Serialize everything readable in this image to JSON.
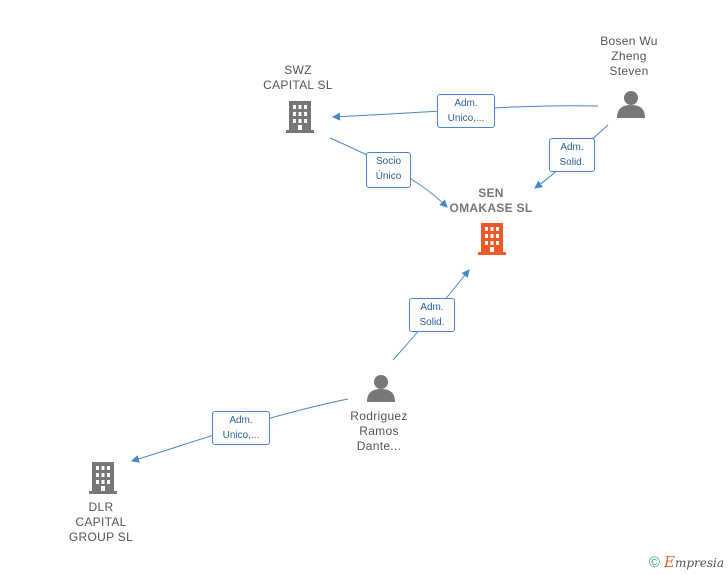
{
  "nodes": {
    "swz": {
      "label": "SWZ\nCAPITAL  SL",
      "type": "company"
    },
    "bosen": {
      "label": "Bosen Wu\nZheng\nSteven",
      "type": "person"
    },
    "sen": {
      "label": "SEN\nOMAKASE  SL",
      "type": "company-main"
    },
    "rodriguez": {
      "label": "Rodriguez\nRamos\nDante...",
      "type": "person"
    },
    "dlr": {
      "label": "DLR\nCAPITAL\nGROUP  SL",
      "type": "company"
    }
  },
  "edges": {
    "bosen_swz": {
      "label": "Adm.\nUnico,..."
    },
    "bosen_sen": {
      "label": "Adm.\nSolid."
    },
    "swz_sen": {
      "label": "Socio\nÚnico"
    },
    "rodriguez_sen": {
      "label": "Adm.\nSolid."
    },
    "rodriguez_dlr": {
      "label": "Adm.\nUnico,..."
    }
  },
  "colors": {
    "company": "#777777",
    "company_main": "#f05a28",
    "person": "#777777",
    "edge": "#4a86c8"
  },
  "footer": {
    "copyright": "©",
    "brand_initial": "E",
    "brand_rest": "mpresia"
  }
}
